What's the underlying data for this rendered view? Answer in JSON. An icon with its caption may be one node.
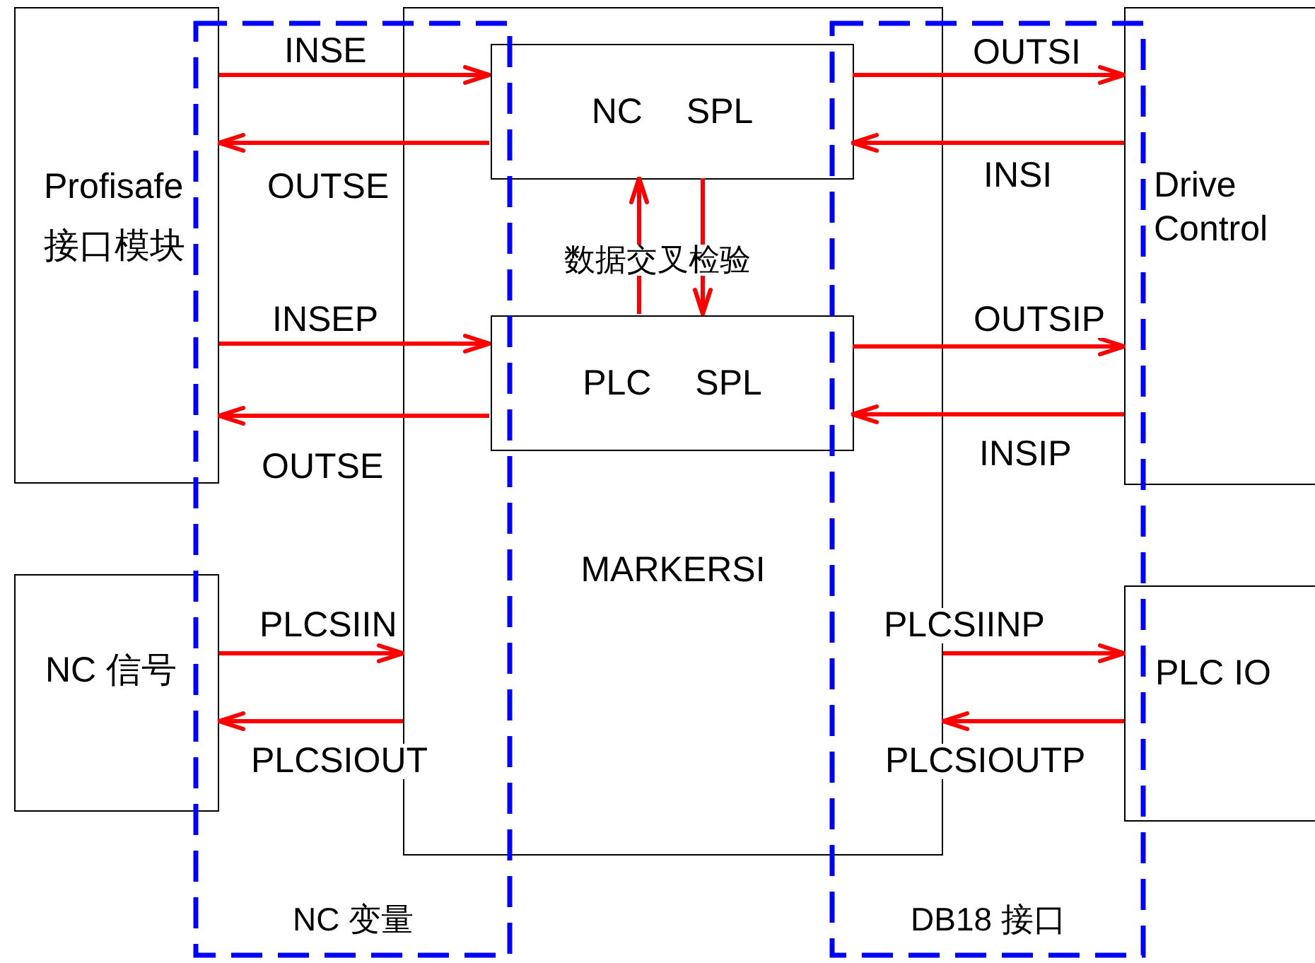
{
  "diagram": {
    "nodes": [
      {
        "text": [
          "Profisafe 接口模块"
        ]
      },
      {
        "text": [
          "MARKERSI"
        ]
      },
      {
        "text": [
          "NC SPL"
        ],
        "in": 1
      },
      {
        "text": [
          "PLC SPL"
        ],
        "in": 1
      },
      {
        "text": [
          "Drive Control"
        ]
      },
      {
        "text": [
          "NC 信号"
        ]
      },
      {
        "text": [
          "PLC IO"
        ]
      }
    ],
    "edges": [
      {
        "from": 0,
        "to": 2,
        "arrow": "to",
        "label": "INSE"
      },
      {
        "from": 2,
        "to": 0,
        "arrow": "to",
        "label": "OUTSE"
      },
      {
        "from": 0,
        "to": 3,
        "arrow": "to",
        "label": "INSEP"
      },
      {
        "from": 3,
        "to": 0,
        "arrow": "to",
        "label": "OUTSE"
      },
      {
        "from": 2,
        "to": 4,
        "arrow": "to",
        "label": "OUTSI"
      },
      {
        "from": 4,
        "to": 2,
        "arrow": "to",
        "label": "INSI"
      },
      {
        "from": 3,
        "to": 4,
        "arrow": "to",
        "label": "OUTSIP"
      },
      {
        "from": 4,
        "to": 3,
        "arrow": "to",
        "label": "INSIP"
      },
      {
        "from": 5,
        "to": 1,
        "arrow": "to",
        "label": "PLCSIIN"
      },
      {
        "from": 1,
        "to": 5,
        "arrow": "to",
        "label": "PLCSIOUT"
      },
      {
        "from": 1,
        "to": 6,
        "arrow": "to",
        "label": "PLCSIINP"
      },
      {
        "from": 6,
        "to": 1,
        "arrow": "to",
        "label": "PLCSIOUTP"
      },
      {
        "from": 3,
        "to": 2,
        "arrow": "to"
      },
      {
        "from": 2,
        "to": 3,
        "arrow": "to"
      }
    ],
    "labels": [
      "数据交叉检验",
      "NC 变量",
      "DB18 接口"
    ]
  }
}
